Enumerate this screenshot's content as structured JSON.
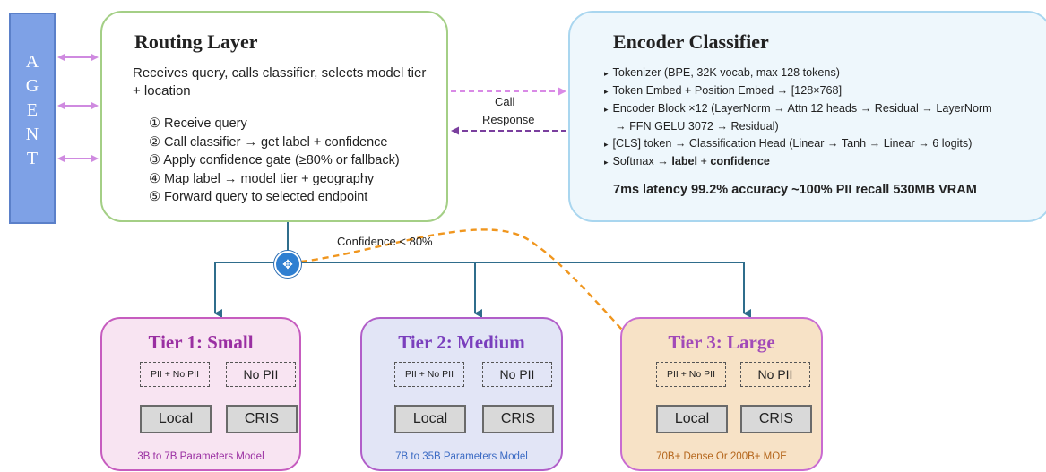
{
  "agent": {
    "letters": [
      "A",
      "G",
      "E",
      "N",
      "T"
    ]
  },
  "routing": {
    "title": "Routing Layer",
    "description": "Receives query, calls classifier, selects model tier + location",
    "steps": [
      "① Receive query",
      "② Call classifier → get label + confidence",
      "③ Apply confidence gate (≥80% or fallback)",
      "④ Map label → model tier + geography",
      "⑤ Forward query to selected endpoint"
    ]
  },
  "encoder": {
    "title": "Encoder Classifier",
    "items": [
      "Tokenizer (BPE, 32K vocab, max 128 tokens)",
      "Token Embed + Position Embed → [128×768]",
      "Encoder Block ×12 (LayerNorm → Attn 12 heads → Residual → LayerNorm",
      "→ FFN GELU 3072 → Residual)",
      "[CLS] token → Classification Head (Linear → Tanh → Linear → 6 logits)"
    ],
    "softmax_prefix": "Softmax → ",
    "softmax_label": "label",
    "softmax_plus": " + ",
    "softmax_confidence": "confidence",
    "stats": "7ms latency 99.2% accuracy ~100% PII recall 530MB VRAM",
    "bullet": "▸"
  },
  "links": {
    "call_label": "Call",
    "response_label": "Response",
    "confidence_label": "Confidence < 80%"
  },
  "hub": {
    "icon": "router-hub-icon",
    "glyph": "✥"
  },
  "tiers": [
    {
      "title": "Tier 1: Small",
      "box1": "PII + No PII",
      "box2": "No PII",
      "ep1": "Local",
      "ep2": "CRIS",
      "footer": "3B to 7B Parameters Model"
    },
    {
      "title": "Tier 2: Medium",
      "box1": "PII + No PII",
      "box2": "No PII",
      "ep1": "Local",
      "ep2": "CRIS",
      "footer": "7B to 35B Parameters Model"
    },
    {
      "title": "Tier 3: Large",
      "box1": "PII + No PII",
      "box2": "No PII",
      "ep1": "Local",
      "ep2": "CRIS",
      "footer": "70B+ Dense Or 200B+ MOE"
    }
  ],
  "colors": {
    "agent": "#7ea1e6",
    "routing_border": "#a4cf86",
    "encoder_border": "#a9d6ef",
    "encoder_bg": "#eef7fc",
    "call_arrow": "#d98ae6",
    "response_arrow": "#7a3f9e",
    "agent_arrows": "#cf8ae0",
    "tree_lines": "#2f6d8c",
    "fallback": "#f0961e",
    "hub": "#2f7fd1"
  }
}
